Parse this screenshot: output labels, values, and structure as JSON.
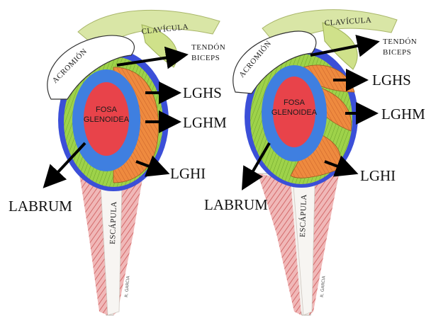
{
  "left": {
    "acromion": "ACROMIÓN",
    "clavicula": "CLAVÍCULA",
    "tendon_line1": "TENDÓN",
    "tendon_line2": "BICEPS",
    "fosa_line1": "FOSA",
    "fosa_line2": "GLENOIDEA",
    "lghs": "LGHS",
    "lghm": "LGHM",
    "lghi": "LGHI",
    "labrum": "LABRUM",
    "escapula": "ESCÁPULA",
    "signature": "R. GARCIA"
  },
  "right": {
    "acromion": "ACROMIÓN",
    "clavicula": "CLAVÍCULA",
    "tendon_line1": "TENDÓN",
    "tendon_line2": "BICEPS",
    "fosa_line1": "FOSA",
    "fosa_line2": "GLENOIDEA",
    "lghs": "LGHS",
    "lghm": "LGHM",
    "lghi": "LGHI",
    "labrum": "LABRUM",
    "escapula": "ESCÁPULA",
    "signature": "R. GARCIA"
  },
  "colors": {
    "labrum_ring": "#3b4fd8",
    "glenoid_fossa": "#e8434a",
    "cartilage_blue": "#3f7fe0",
    "ligament_orange": "#e9813a",
    "capsule_green": "#8fcf3a",
    "muscle_red": "#e37a7a",
    "arrow": "#000000"
  }
}
